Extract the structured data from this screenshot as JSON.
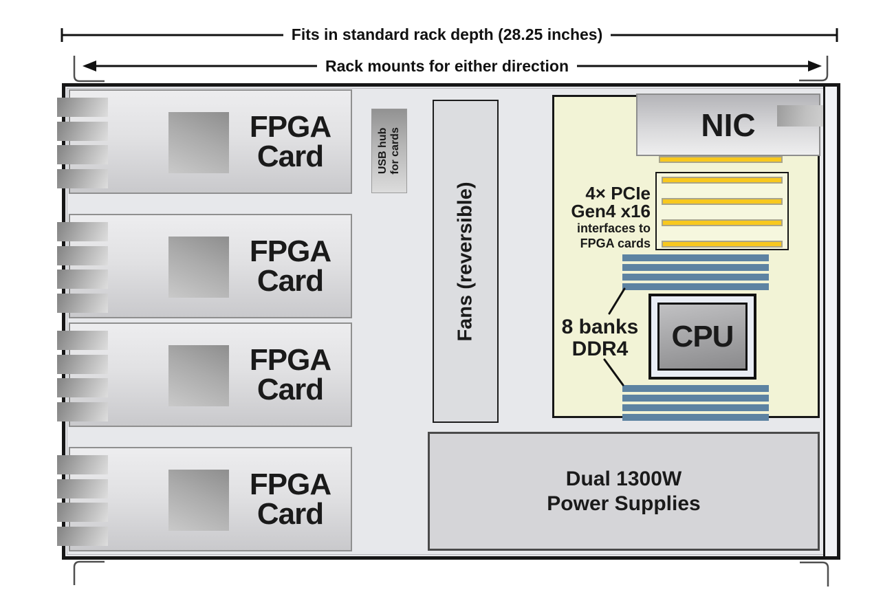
{
  "dimensions": {
    "rack_depth_label": "Fits in standard rack depth (28.25 inches)",
    "rack_mounts_label": "Rack mounts for either direction"
  },
  "fpga_card": {
    "line1": "FPGA",
    "line2": "Card",
    "count": 4
  },
  "usb_hub": {
    "line1": "USB hub",
    "line2": "for cards"
  },
  "fans": {
    "label": "Fans (reversible)"
  },
  "motherboard": {
    "nic_label": "NIC",
    "pcie_note_line1": "4× PCIe",
    "pcie_note_line2": "Gen4 x16",
    "pcie_note_line3": "interfaces to",
    "pcie_note_line4": "FPGA cards",
    "pcie_slot_count": 4,
    "ddr_note_line1": "8 banks",
    "ddr_note_line2": "DDR4",
    "ddr_bank_count": 8,
    "cpu_label": "CPU"
  },
  "psu": {
    "line1": "Dual 1300W",
    "line2": "Power Supplies"
  },
  "colors": {
    "motherboard": "#f2f3d6",
    "pcie_slot": "#f8c81e",
    "ddr_bank": "#5d83a2",
    "chassis_fill": "#e7e8eb",
    "outline": "#161616"
  }
}
